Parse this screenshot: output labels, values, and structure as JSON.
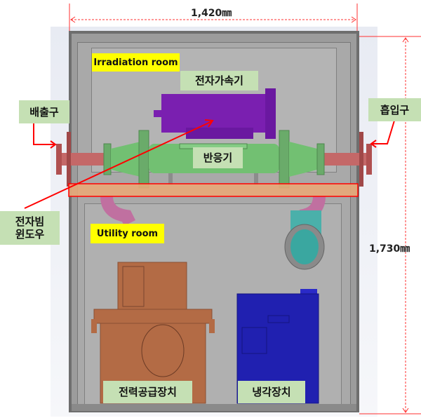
{
  "dimensions": {
    "width": "1,420㎜",
    "height": "1,730㎜"
  },
  "rooms": {
    "irradiation": "Irradiation room",
    "utility": "Utility room"
  },
  "components": {
    "accelerator": "전자가속기",
    "outlet": "배출구",
    "inlet": "흡입구",
    "reactor": "반응기",
    "beam_window": "전자빔\n윈도우",
    "power_supply": "전력공급장치",
    "cooler": "냉각장치"
  },
  "colors": {
    "label_bg": "#c5e0b4",
    "room_label_bg": "#ffff00",
    "accelerator": "#7a1fb0",
    "reactor": "#72c072",
    "pipe": "#c06060",
    "power_supply": "#b36b45",
    "cooler": "#2020b0",
    "annotation": "#ff0000"
  }
}
